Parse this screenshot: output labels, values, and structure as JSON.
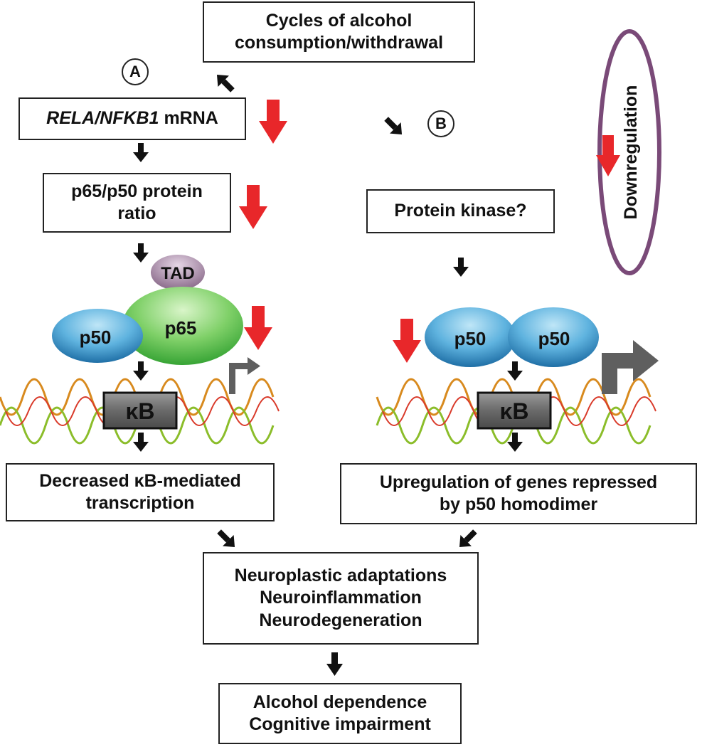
{
  "top_box": {
    "line1": "Cycles of alcohol",
    "line2": "consumption/withdrawal"
  },
  "pathway_a": {
    "label": "A",
    "mrna_box": {
      "genes": "RELA/NFKB1",
      "suffix": " mRNA"
    },
    "ratio_box": {
      "line1": "p65/p50 protein",
      "line2": "ratio"
    },
    "tad_label": "TAD",
    "p50_label": "p50",
    "p65_label": "p65",
    "kb_label": "κB",
    "outcome_box": {
      "line1": "Decreased κB-mediated",
      "line2": "transcription"
    }
  },
  "pathway_b": {
    "label": "B",
    "kinase_box": "Protein kinase?",
    "p50_left_label": "p50",
    "p50_right_label": "p50",
    "kb_label": "κB",
    "outcome_box": {
      "line1": "Upregulation of genes repressed",
      "line2": "by p50 homodimer"
    }
  },
  "legend": {
    "text": "Downregulation"
  },
  "effects_box": {
    "line1": "Neuroplastic adaptations",
    "line2": "Neuroinflammation",
    "line3": "Neurodegeneration"
  },
  "final_box": {
    "line1": "Alcohol dependence",
    "line2": "Cognitive impairment"
  },
  "colors": {
    "down_arrow": "#e8272a",
    "black_arrow": "#111111",
    "promoter_arrow": "#5f5f5f",
    "legend_ellipse": "#7a4a78",
    "tad": "#8a6a8a",
    "p65": "#5fbf5f",
    "p50": "#3a8fc4",
    "kb_box": "#6e6e6e"
  }
}
